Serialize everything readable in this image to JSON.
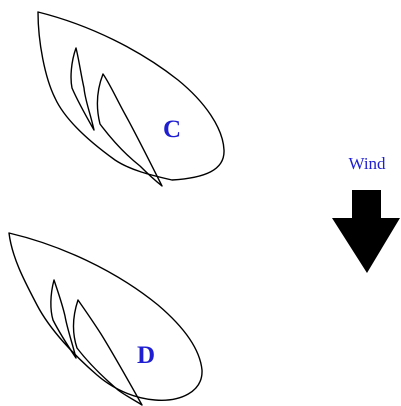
{
  "diagram": {
    "sails": [
      {
        "label": "C"
      },
      {
        "label": "D"
      }
    ],
    "wind": {
      "label": "Wind",
      "direction": "down"
    },
    "colors": {
      "label": "#1f1fd1",
      "outline": "#000000",
      "arrow": "#000000",
      "background": "#ffffff"
    }
  }
}
